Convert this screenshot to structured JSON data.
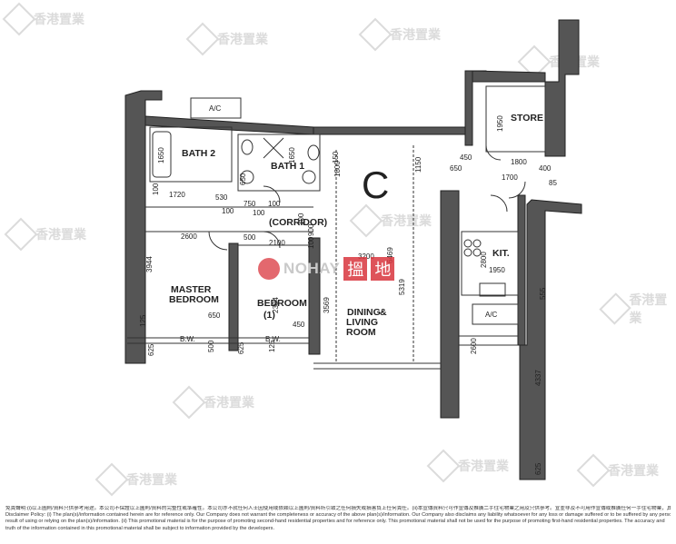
{
  "unit_label": "C",
  "rooms": {
    "bath2": "BATH 2",
    "bath1": "BATH 1",
    "corridor": "(CORRIDOR)",
    "master_bedroom_line1": "MASTER",
    "master_bedroom_line2": "BEDROOM",
    "bedroom1_line1": "BEDROOM",
    "bedroom1_line2": "(1)",
    "dining_line1": "DINING",
    "dining_amp": "&",
    "dining_line2": "LIVING",
    "dining_line3": "ROOM",
    "store": "STORE",
    "kitchen": "KIT.",
    "ac_top": "A/C",
    "ac_kitchen": "A/C",
    "bw_master": "B.W.",
    "bw_bedroom": "B.W."
  },
  "dimensions": {
    "d1650_bath2": "1650",
    "d100_a": "100",
    "d1720": "1720",
    "d530": "530",
    "d650_a": "650",
    "d750": "750",
    "d100_b": "100",
    "d100_c": "100",
    "d100_d": "100",
    "d1650_bath1": "1650",
    "d150": "150",
    "d1800": "1800",
    "d1150": "1150",
    "d650_b": "650",
    "d450_a": "450",
    "d1800_b": "1800",
    "d1950": "1950",
    "d1700": "1700",
    "d400": "400",
    "d85": "85",
    "d900": "900",
    "d100_e": "100",
    "d100_f": "100",
    "d2600_a": "2600",
    "d500_a": "500",
    "d2100": "2100",
    "d3200": "3200",
    "d6469": "6469",
    "d5319": "5319",
    "d3944": "3944",
    "d2800": "2800",
    "d1950_kit": "1950",
    "d555": "555",
    "d650_c": "650",
    "d125_a": "125",
    "d3569": "3569",
    "d2384": "2384",
    "d450_b": "450",
    "d625_a": "625",
    "d500_b": "500",
    "d625_b": "625",
    "d125_b": "125",
    "d2600_b": "2600",
    "d4337": "4337",
    "d625_c": "625"
  },
  "brand": {
    "name": "NOHAY",
    "char1": "搵",
    "char2": "地"
  },
  "watermark_text": "香港置業",
  "disclaimer": {
    "line1": "免責聲明:(i)以上圖則/資料只供參考用途。本公司不保證以上圖則/資料的完整性或準確性。本公司亦不就任何人士因使用或依賴以上圖則/資料所引致之任何損失或損害負上任何責任。(ii)本宣傳資料只可作宣傳及推廣二手住宅物業之用及只供參考。宣並非及不可用作宣傳或推廣任何一手住宅物業，其準確性及真實性以樓盤發展商提供的資料為準。",
    "line2": "Disclaimer Policy: (i) The plan(s)/information contained herein are for reference only. Our Company does not warrant the completeness or accuracy of the above plan(s)/information. Our Company also disclaims any liability whatsoever for any loss or damage suffered or to be suffered by any person as a",
    "line3": "result of using or relying on the plan(s)/information. (ii) This promotional material is for the purpose of promoting second-hand residential properties and for reference only. This promotional material shall not be used for the purpose of promoting first-hand residential properties. The accuracy and",
    "line4": "truth of the information contained in this promotional material shall be subject to information provided by the developers."
  }
}
